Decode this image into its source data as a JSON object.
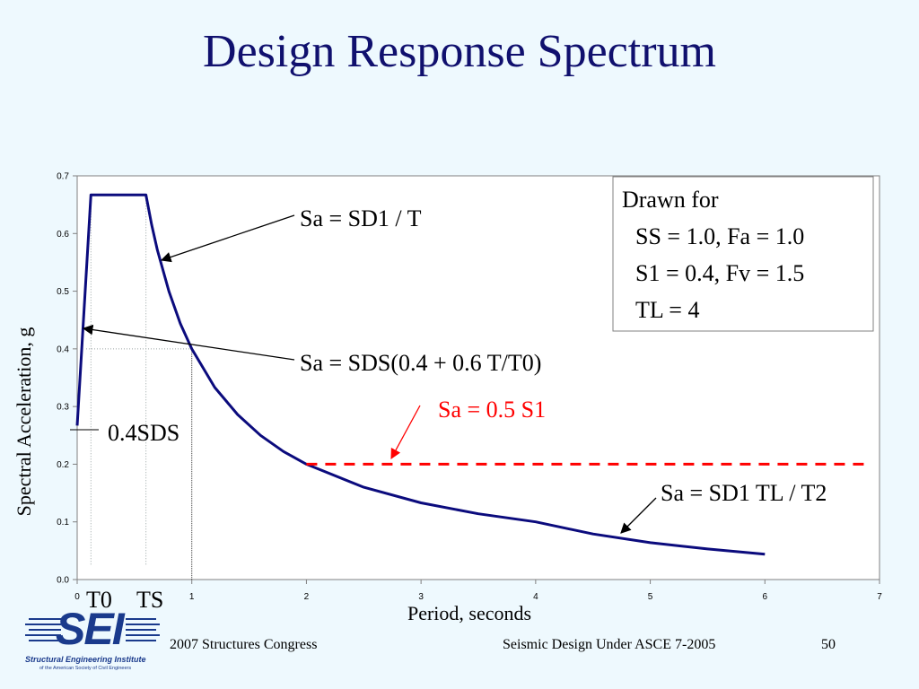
{
  "slide": {
    "title": "Design Response Spectrum",
    "footer_left": "2007 Structures Congress",
    "footer_center": "Seismic Design Under ASCE 7-2005",
    "page_number": "50",
    "logo": {
      "letters": "SEI",
      "name": "Structural Engineering Institute",
      "subtitle": "of the American Society of Civil Engineers"
    }
  },
  "colors": {
    "background": "#EEF9FE",
    "title": "#10106E",
    "curve": "#0B0B7D",
    "highlight": "#FF0000",
    "logo": "#1A3A8C"
  },
  "chart_data": {
    "type": "line",
    "xlabel": "Period, seconds",
    "ylabel": "Spectral Acceleration, g",
    "xlim": [
      0,
      7
    ],
    "ylim": [
      0,
      0.7
    ],
    "x_ticks": [
      "0",
      "1",
      "2",
      "3",
      "4",
      "5",
      "6",
      "7"
    ],
    "y_ticks": [
      "0.0",
      "0.1",
      "0.2",
      "0.3",
      "0.4",
      "0.5",
      "0.6",
      "0.7"
    ],
    "grid": false,
    "series": [
      {
        "x": [
          0,
          0.12,
          0.6,
          0.65,
          0.7,
          0.8,
          0.9,
          1.0,
          1.2,
          1.4,
          1.6,
          1.8,
          2.0,
          2.5,
          3.0,
          3.5,
          4.0,
          4.5,
          5.0,
          5.5,
          6.0
        ],
        "values": [
          0.267,
          0.667,
          0.667,
          0.615,
          0.571,
          0.5,
          0.444,
          0.4,
          0.333,
          0.286,
          0.25,
          0.222,
          0.2,
          0.16,
          0.133,
          0.114,
          0.1,
          0.079,
          0.064,
          0.053,
          0.044
        ]
      }
    ],
    "markers": {
      "T0": {
        "x": 0.12,
        "y": 0.667
      },
      "TS": {
        "x": 0.6,
        "y": 0.667
      },
      "T1": {
        "x": 1.0,
        "y": 0.4
      },
      "sds04": {
        "y": 0.267
      }
    },
    "reference_line": {
      "y": 0.2,
      "x_start": 2.0,
      "x_end": 6.9
    },
    "annotations": {
      "sd1_t": "Sa = SD1 / T",
      "sds_ramp": "Sa = SDS(0.4 + 0.6 T/T0)",
      "half_s1": "Sa = 0.5 S1",
      "sds_04": "0.4SDS",
      "long_period": "Sa = SD1 TL / T2",
      "t0_label": "T0",
      "ts_label": "TS"
    },
    "legend_box": {
      "line1": "Drawn for",
      "line2": "SS = 1.0,  Fa = 1.0",
      "line3": "S1 = 0.4,  Fv = 1.5",
      "line4": "TL = 4"
    }
  }
}
